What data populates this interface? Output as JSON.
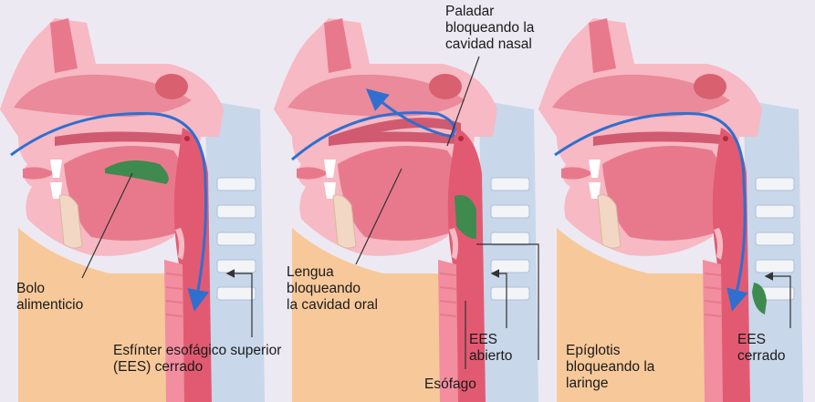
{
  "colors": {
    "background": "#ece9f3",
    "tissue": "#f7b9c3",
    "tissue_dark": "#e8798c",
    "tract": "#e25a72",
    "neck": "#f7c99a",
    "spine": "#c9d7ea",
    "bolus": "#3f8a4f",
    "arrow": "#2f6fd0",
    "leader": "#333333"
  },
  "panels": [
    {
      "bolus_stage": "oral",
      "labels": {
        "bolus": "Bolo\nalimenticio",
        "ues": "Esfínter esofágico superior\n(EES) cerrado"
      }
    },
    {
      "bolus_stage": "pharynx",
      "labels": {
        "palate": "Paladar\nbloqueando la\ncavidad nasal",
        "tongue": "Lengua\nbloqueando\nla cavidad oral",
        "ues_open": "EES\nabierto",
        "esophagus": "Esófago",
        "epiglottis": "Epíglotis\nbloqueando la\nlaringe"
      }
    },
    {
      "bolus_stage": "esophagus",
      "labels": {
        "ues_closed": "EES\ncerrado"
      }
    }
  ]
}
